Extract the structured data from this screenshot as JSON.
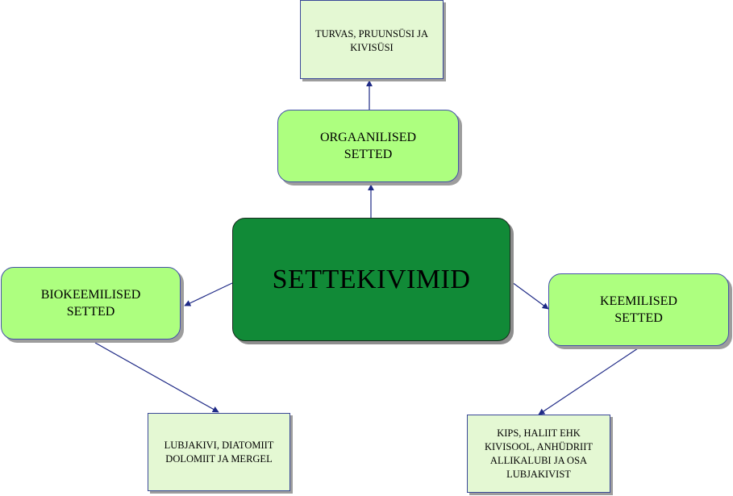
{
  "diagram": {
    "center": {
      "label": "SETTEKIVIMID"
    },
    "categories": {
      "organic": {
        "label": "ORGAANILISED\nSETTED"
      },
      "biochemical": {
        "label": "BIOKEEMILISED\nSETTED"
      },
      "chemical": {
        "label": "KEEMILISED\nSETTED"
      }
    },
    "examples": {
      "organic": {
        "label": "TURVAS, PRUUNSÜSI JA\nKIVISÜSI"
      },
      "biochemical": {
        "label": "LUBJAKIVI, DIATOMIIT\nDOLOMIIT JA MERGEL"
      },
      "chemical": {
        "label": "KIPS, HALIIT EHK\nKIVISOOL, ANHÜDRIIT\nALLIKALUBI JA OSA\nLUBJAKIVIST"
      }
    },
    "colors": {
      "center_fill": "#118a37",
      "category_fill": "#adff7f",
      "example_fill": "#e4f8d3",
      "connector": "#1f2a86"
    }
  }
}
